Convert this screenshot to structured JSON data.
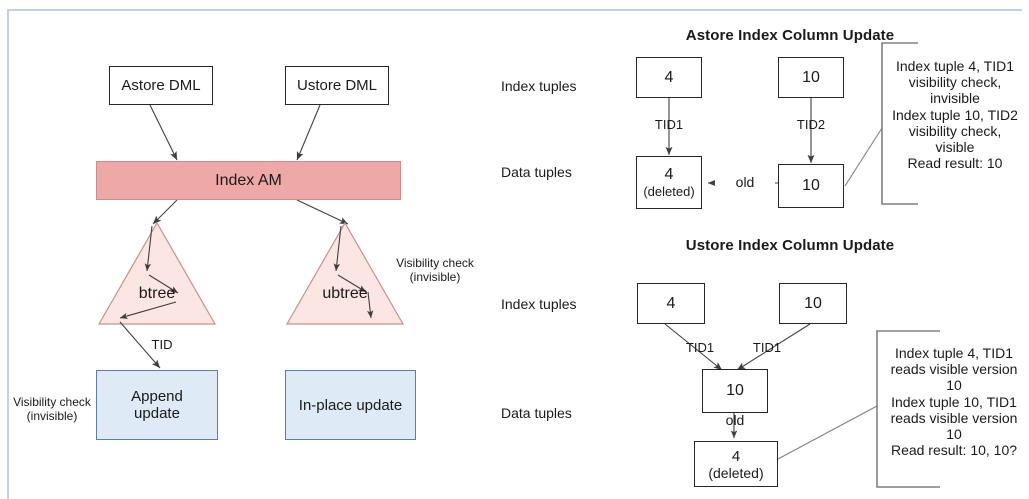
{
  "diagram": {
    "title_left_section": "",
    "left_panel": {
      "astore_dml": "Astore DML",
      "ustore_dml": "Ustore DML",
      "index_am": "Index AM",
      "btree": "btree",
      "ubtree": "ubtree",
      "tid_label": "TID",
      "append_update": "Append\nupdate",
      "append_update_line1": "Append",
      "append_update_line2": "update",
      "inplace_update": "In-place update",
      "visibility_left_line1": "Visibility check",
      "visibility_left_line2": "(invisible)",
      "visibility_right_line1": "Visibility check",
      "visibility_right_line2": "(invisible)"
    },
    "astore_section": {
      "title": "Astore Index Column Update",
      "row_label_index": "Index tuples",
      "row_label_data": "Data tuples",
      "index_tuple_1": "4",
      "index_tuple_2": "10",
      "edge_1": "TID1",
      "edge_2": "TID2",
      "data_tuple_1_line1": "4",
      "data_tuple_1_line2": "(deleted)",
      "data_tuple_2": "10",
      "old_label": "old",
      "callout": [
        "Index tuple 4, TID1",
        "visibility check,",
        "invisible",
        "Index tuple 10, TID2",
        "visibility check,",
        "visible",
        "Read result: 10"
      ]
    },
    "ustore_section": {
      "title": "Ustore Index Column Update",
      "row_label_index": "Index tuples",
      "row_label_data": "Data tuples",
      "index_tuple_1": "4",
      "index_tuple_2": "10",
      "edge_1": "TID1",
      "edge_2": "TID1",
      "data_tuple_current": "10",
      "old_label": "old",
      "data_tuple_old_line1": "4",
      "data_tuple_old_line2": "(deleted)",
      "callout": [
        "Index tuple 4, TID1",
        "reads visible version",
        "10",
        "Index tuple 10, TID1",
        "reads visible version",
        "10",
        "Read result: 10, 10?"
      ]
    }
  },
  "colors": {
    "frame": "#c3cfe2",
    "index_am_fill": "#efa8a8",
    "tree_fill": "#fce6e3",
    "tree_stroke": "#c98f8a",
    "update_box_fill": "#deeaf6",
    "update_box_stroke": "#5b7ea8",
    "line": "#3f3f3f",
    "callout_stroke": "#808080",
    "text": "#1a1a1a"
  }
}
